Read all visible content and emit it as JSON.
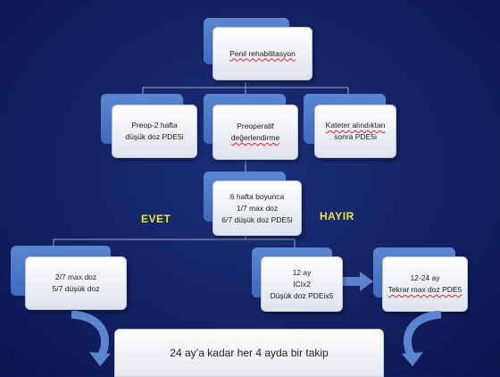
{
  "nodes": {
    "root": "Penil rehabilitasyon",
    "preop": [
      "Preop-2 hafta",
      "düşük doz PDE5i"
    ],
    "eval": [
      "Preoperatif",
      "değerlendirme"
    ],
    "catheter": [
      "Kateter alındıktan",
      "sonra PDE5i"
    ],
    "six_weeks": [
      "6 hafta boyunca",
      "1/7 max doz",
      "6/7 düşük doz PDE5i"
    ],
    "yes_branch": [
      "2/7 max doz",
      "5/7 düşük doz"
    ],
    "no_branch": [
      "12 ay",
      "ICIx2",
      "Düşük doz PDEix5"
    ],
    "twelve_24": [
      "12-24 ay",
      "Tekrar max doz PDE5"
    ]
  },
  "labels": {
    "yes": "EVET",
    "no": "HAYIR"
  },
  "footer": "24 ay’a kadar her 4 ayda bir takip",
  "colors": {
    "background": "#142466",
    "node_back": "#4f7ac8",
    "connector": "#9aa7c9",
    "arrow": "#5b86cf"
  }
}
